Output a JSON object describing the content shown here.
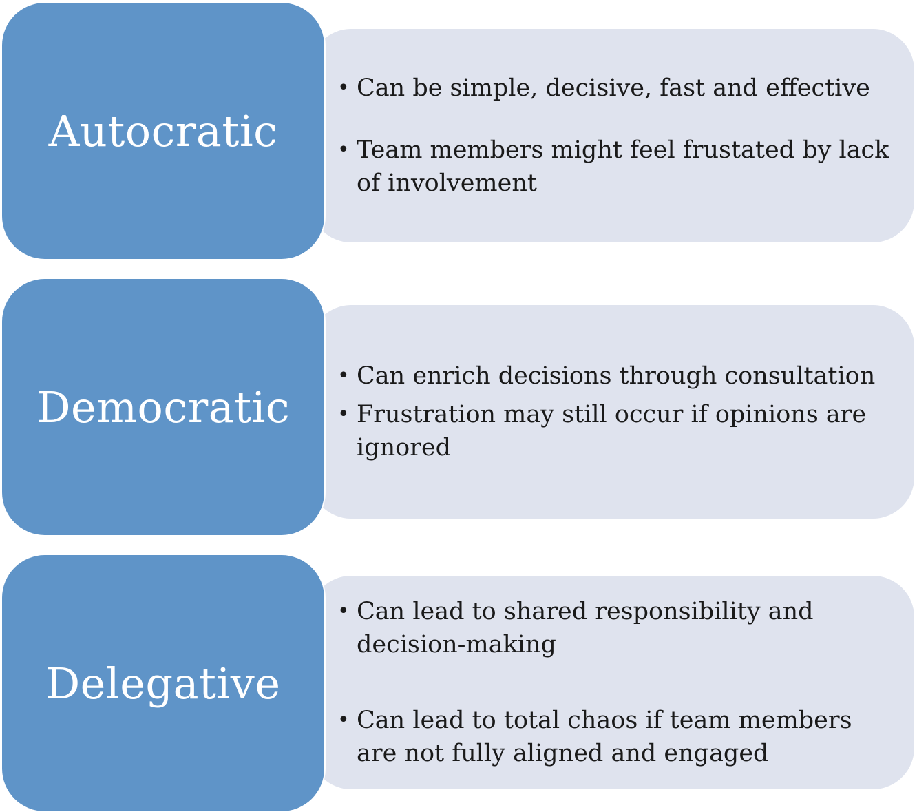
{
  "colors": {
    "label_fill": "#5f94c8",
    "panel_fill": "#dfe3ee",
    "label_text": "#ffffff",
    "body_text": "#1a1a1a"
  },
  "styles": [
    {
      "name": "Autocratic",
      "points": [
        "Can be simple, decisive, fast and effective",
        "Team members might feel frustated by lack of involvement"
      ]
    },
    {
      "name": "Democratic",
      "points": [
        "Can enrich decisions through consultation",
        "Frustration may still occur if opinions are ignored"
      ]
    },
    {
      "name": "Delegative",
      "points": [
        "Can lead to shared responsibility and decision-making",
        "Can lead to total chaos if team members are not fully aligned and engaged"
      ]
    }
  ]
}
